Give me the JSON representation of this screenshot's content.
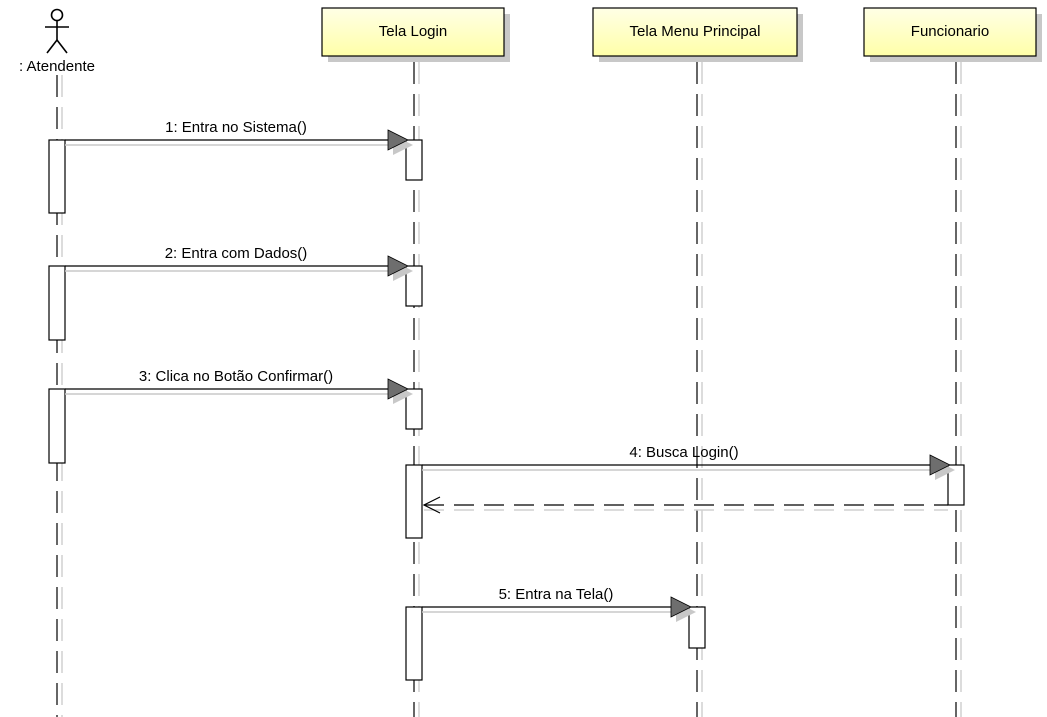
{
  "diagram": {
    "actor": {
      "label": ": Atendente"
    },
    "lifelines": [
      {
        "id": "tela_login",
        "label": "Tela Login"
      },
      {
        "id": "tela_menu_principal",
        "label": "Tela Menu Principal"
      },
      {
        "id": "funcionario",
        "label": "Funcionario"
      }
    ],
    "messages": [
      {
        "label": "1: Entra no Sistema()",
        "from": "actor",
        "to": "tela_login",
        "kind": "sync"
      },
      {
        "label": "2: Entra com Dados()",
        "from": "actor",
        "to": "tela_login",
        "kind": "sync"
      },
      {
        "label": "3: Clica no Botão Confirmar()",
        "from": "actor",
        "to": "tela_login",
        "kind": "sync"
      },
      {
        "label": "4: Busca Login()",
        "from": "tela_login",
        "to": "funcionario",
        "kind": "sync"
      },
      {
        "label": "",
        "from": "funcionario",
        "to": "tela_login",
        "kind": "return"
      },
      {
        "label": "5: Entra na Tela()",
        "from": "tela_login",
        "to": "tela_menu_principal",
        "kind": "sync"
      }
    ],
    "colors": {
      "lifeline_box_fill": "#FFFFC0",
      "lifeline_box_stroke": "#000000",
      "shadow": "#C8C8C8",
      "activation_fill": "#FFFFFF",
      "line": "#000000"
    }
  }
}
